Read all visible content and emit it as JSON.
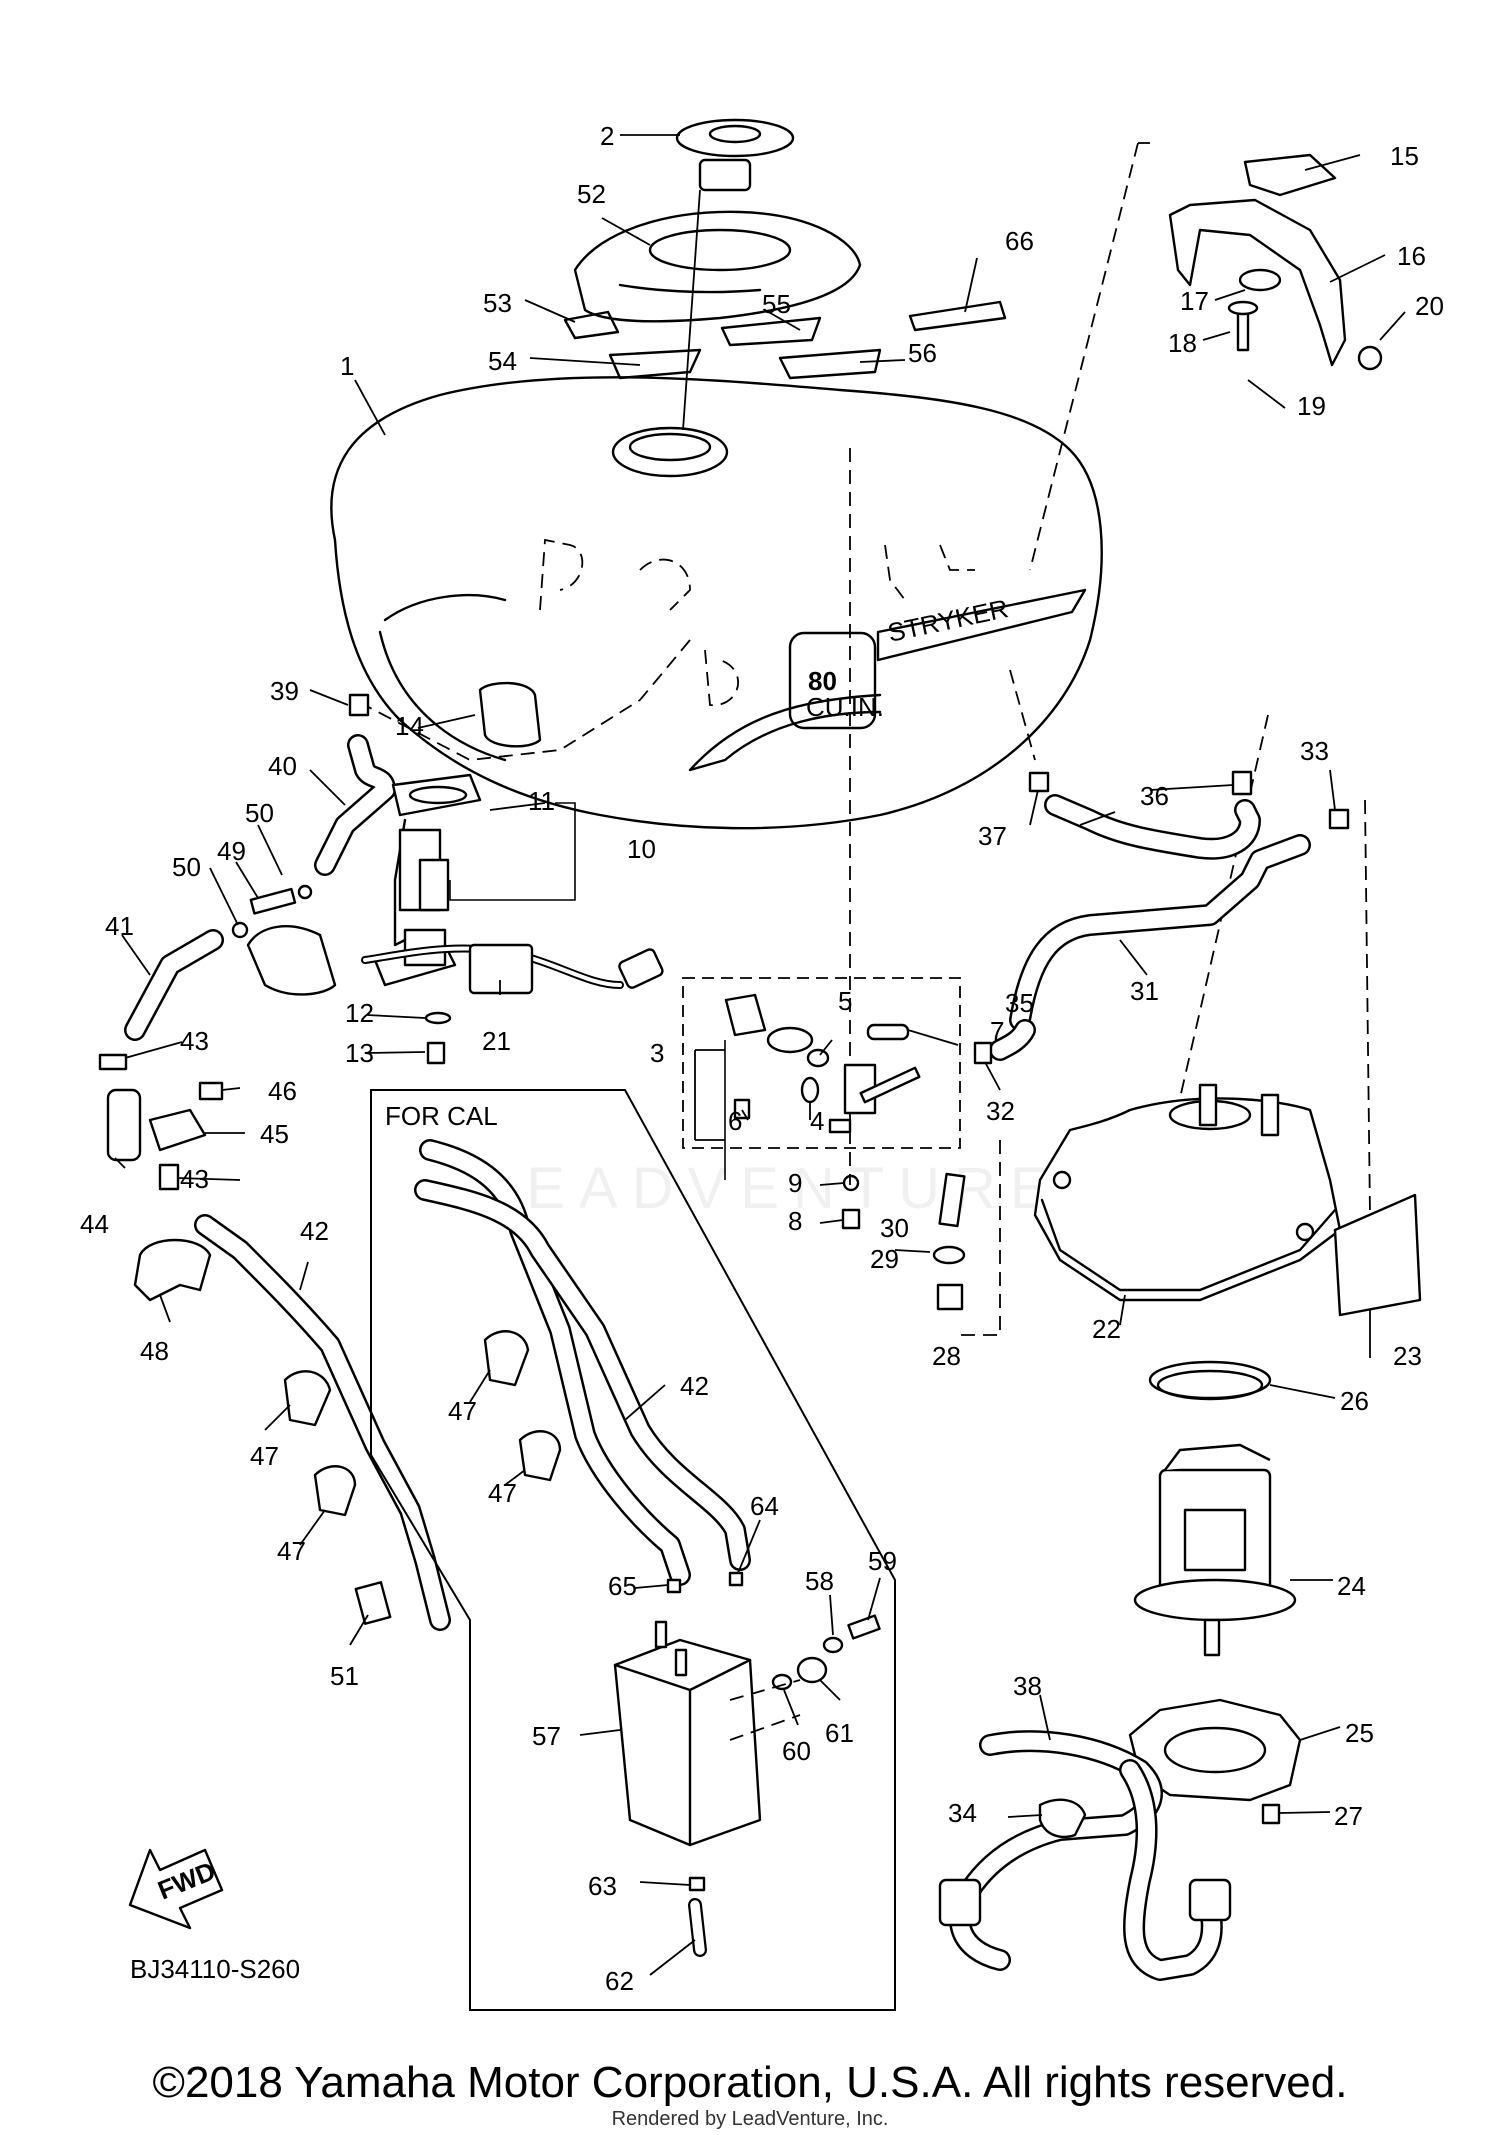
{
  "diagram": {
    "section_label": "FOR CAL",
    "diagram_code": "BJ34110-S260",
    "fwd_label": "FWD",
    "tank_badge_number": "80",
    "tank_badge_subtext": "CU.IN.",
    "tank_badge_word": "STRYKER",
    "watermark": "LEADVENTURE",
    "callouts": [
      "1",
      "2",
      "3",
      "4",
      "5",
      "6",
      "7",
      "8",
      "9",
      "10",
      "11",
      "12",
      "13",
      "14",
      "15",
      "16",
      "17",
      "18",
      "19",
      "20",
      "21",
      "22",
      "23",
      "24",
      "25",
      "26",
      "27",
      "28",
      "29",
      "30",
      "31",
      "32",
      "33",
      "34",
      "35",
      "36",
      "37",
      "38",
      "39",
      "40",
      "41",
      "42",
      "42",
      "43",
      "43",
      "44",
      "45",
      "46",
      "47",
      "47",
      "47",
      "47",
      "48",
      "49",
      "50",
      "50",
      "51",
      "52",
      "53",
      "54",
      "55",
      "56",
      "57",
      "58",
      "59",
      "60",
      "61",
      "62",
      "63",
      "64",
      "65",
      "66"
    ]
  },
  "footer": {
    "copyright": "©2018 Yamaha Motor Corporation, U.S.A. All rights reserved.",
    "rendered_by": "Rendered by LeadVenture, Inc."
  }
}
